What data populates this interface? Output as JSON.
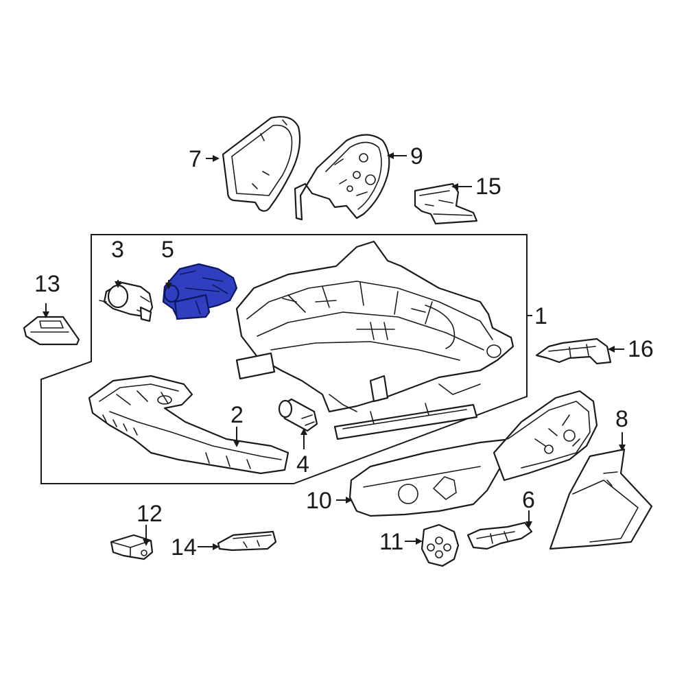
{
  "colors": {
    "line": "#1a1a1a",
    "background": "#ffffff",
    "highlight_fill": "#2f3fbf",
    "highlight_stroke": "#0d1660"
  },
  "highlighted_part": "5",
  "callouts": {
    "c1": "1",
    "c2": "2",
    "c3": "3",
    "c4": "4",
    "c5": "5",
    "c6": "6",
    "c7": "7",
    "c8": "8",
    "c9": "9",
    "c10": "10",
    "c11": "11",
    "c12": "12",
    "c13": "13",
    "c14": "14",
    "c15": "15",
    "c16": "16"
  }
}
